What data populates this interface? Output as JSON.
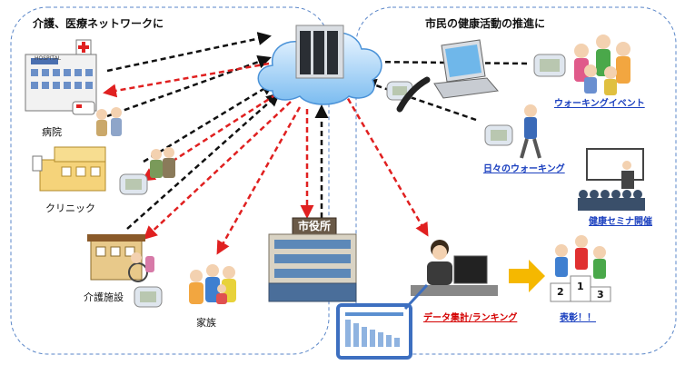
{
  "sections": {
    "left_title": "介護、医療ネットワークに",
    "right_title": "市民の健康活動の推進に"
  },
  "facilities": {
    "hospital_sign": "HOSPITAL",
    "hospital": "病院",
    "clinic": "クリニック",
    "care": "介護施設",
    "family": "家族",
    "city_hall": "市役所"
  },
  "activities": {
    "walking_event": "ウォーキングイベント",
    "daily_walking": "日々のウォーキング",
    "seminar": "健康セミナ開催",
    "data_ranking": "データ集計/ランキング",
    "award": "表彰！！"
  },
  "podium": [
    "2",
    "1",
    "3"
  ],
  "colors": {
    "red_arrow": "#e02020",
    "black_arrow": "#111111",
    "cloud": "#5aa7e8",
    "highlight_arrow": "#f5b800",
    "link": "#1a3fbf"
  },
  "icons": [
    "cloud-server-icon",
    "hospital-icon",
    "clinic-icon",
    "care-facility-icon",
    "family-icon",
    "city-hall-icon",
    "pedometer-icon",
    "laptop-icon",
    "operator-icon",
    "seminar-icon",
    "podium-icon"
  ]
}
